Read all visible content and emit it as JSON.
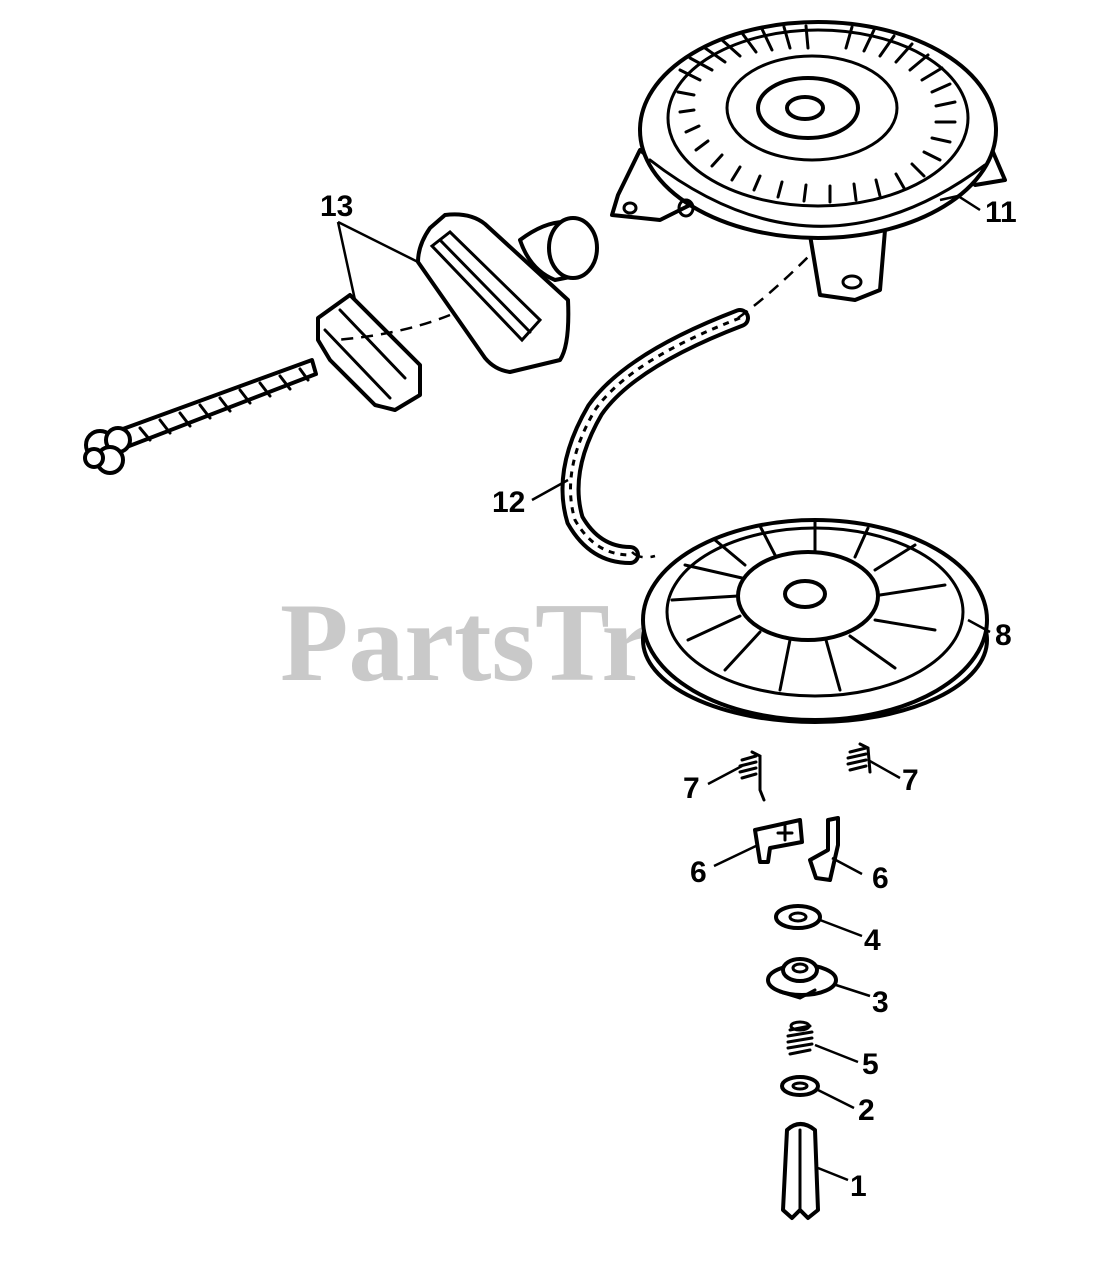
{
  "watermark": "PartsTree",
  "callouts": {
    "c1": "1",
    "c2": "2",
    "c3": "3",
    "c4": "4",
    "c5": "5",
    "c6a": "6",
    "c6b": "6",
    "c7a": "7",
    "c7b": "7",
    "c8": "8",
    "c11": "11",
    "c12": "12",
    "c13": "13"
  }
}
